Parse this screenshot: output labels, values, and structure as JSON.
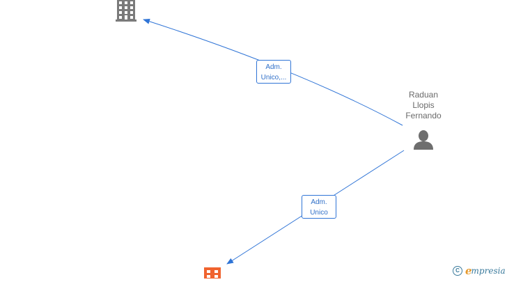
{
  "nodes": {
    "person": {
      "name_lines": [
        "Raduan",
        "Llopis",
        "Fernando"
      ],
      "icon": "person-icon",
      "color": "#6e6e6e"
    },
    "company_top": {
      "icon": "building-icon",
      "color": "#7a7a7a"
    },
    "company_bottom": {
      "icon": "building-icon",
      "color": "#f0632f"
    }
  },
  "edges": [
    {
      "label_lines": [
        "Adm.",
        "Unico,..."
      ],
      "from": "person",
      "to": "company_top"
    },
    {
      "label_lines": [
        "Adm.",
        "Unico"
      ],
      "from": "person",
      "to": "company_bottom"
    }
  ],
  "colors": {
    "edge": "#2f74d6",
    "label_text": "#2f6fc8"
  },
  "brand": {
    "copyright_symbol": "C",
    "logo_initial": "e",
    "logo_text": "mpresia",
    "logo_initial_color": "#e69a2e",
    "logo_text_color": "#3a7a9c"
  }
}
